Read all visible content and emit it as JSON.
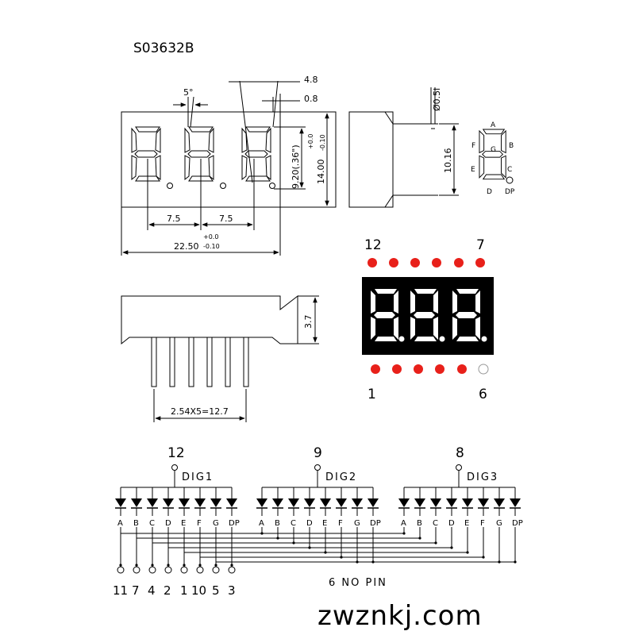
{
  "part_number": "S03632B",
  "front_view": {
    "angle": "5°",
    "pitch_label_1": "7.5",
    "pitch_label_2": "7.5",
    "width_value": "22.50",
    "width_tol_plus": "+0.0",
    "width_tol_minus": "-0.10",
    "digit_height": "9.20(.36\")",
    "height_value": "14.00",
    "height_tol_plus": "+0.0",
    "height_tol_minus": "-0.10",
    "top_dim_1": "4.8",
    "top_dim_2": "0.8"
  },
  "side_view": {
    "pin_diameter": "Ø0.5l",
    "pin_span": "10.16"
  },
  "segment_legend": {
    "a": "A",
    "b": "B",
    "c": "C",
    "d": "D",
    "e": "E",
    "f": "F",
    "g": "G",
    "dp": "DP"
  },
  "bottom_view": {
    "thickness": "3.7",
    "pin_pitch": "2.54X5=12.7"
  },
  "pinout_view": {
    "pin_top_left": "12",
    "pin_top_right": "7",
    "pin_bottom_left": "1",
    "pin_bottom_right": "6",
    "active_color": "#e8201a",
    "empty_color": "#ffffff"
  },
  "schematic": {
    "digits": [
      {
        "pin": "12",
        "label": "DIG1"
      },
      {
        "pin": "9",
        "label": "DIG2"
      },
      {
        "pin": "8",
        "label": "DIG3"
      }
    ],
    "segments": [
      "A",
      "B",
      "C",
      "D",
      "E",
      "F",
      "G",
      "DP"
    ],
    "bottom_pins": [
      "11",
      "7",
      "4",
      "2",
      "1",
      "10",
      "5",
      "3"
    ],
    "note": "6 NO PIN"
  },
  "watermark": "zwznkj.com"
}
